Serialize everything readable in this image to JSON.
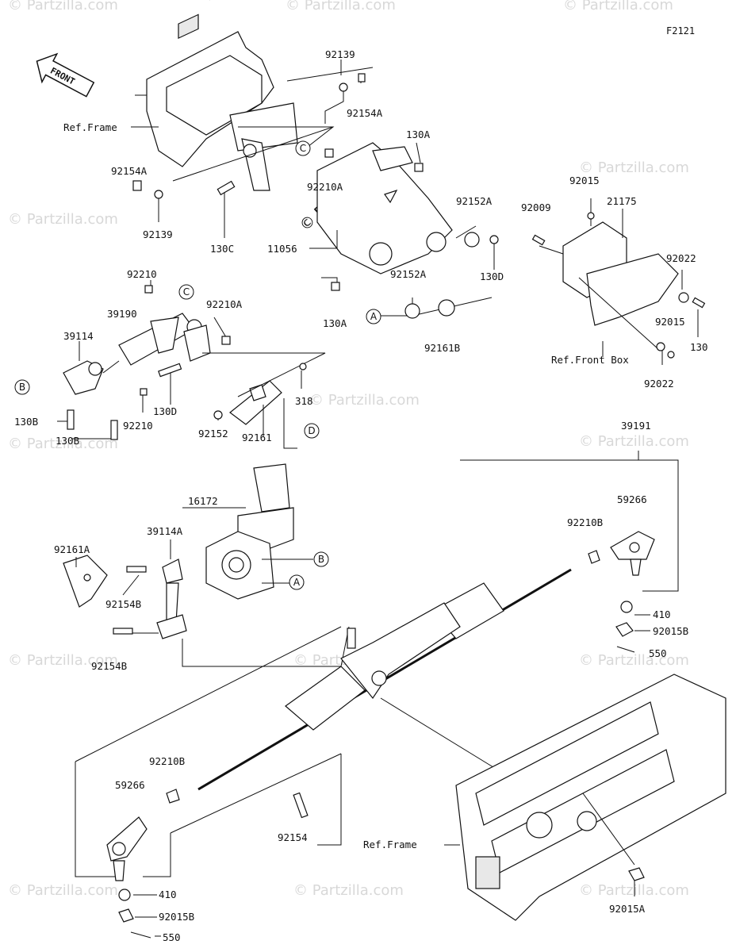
{
  "figure_code": "F2121",
  "front_arrow": "FRONT",
  "watermark": "© Partzilla.com",
  "watermark_center": "© Partzilla.com",
  "callouts": {
    "A": "A",
    "B": "B",
    "C": "C",
    "D": "D"
  },
  "labels": {
    "p92139_top": "92139",
    "p92154A_top": "92154A",
    "ref_frame_top": "Ref.Frame",
    "p130A_top": "130A",
    "p92154A_left": "92154A",
    "p92210A_mid": "92210A",
    "p92139_left": "92139",
    "p130C": "130C",
    "p11056": "11056",
    "p92152A_right": "92152A",
    "p130D_right": "130D",
    "p92152A_mid": "92152A",
    "p130A_bottom": "130A",
    "p92161B": "92161B",
    "p92015_top": "92015",
    "p21175": "21175",
    "p92009": "92009",
    "p92022_top": "92022",
    "p92015_mid": "92015",
    "p130_right": "130",
    "ref_front_box": "Ref.Front Box",
    "p92022_bottom": "92022",
    "p92210_top": "92210",
    "p39190": "39190",
    "p92210A": "92210A",
    "p39114": "39114",
    "p130D_left": "130D",
    "p92210_bottom": "92210",
    "p130B_1": "130B",
    "p130B_2": "130B",
    "p318": "318",
    "p92152": "92152",
    "p92161": "92161",
    "p39191": "39191",
    "p16172": "16172",
    "p39114A": "39114A",
    "p92161A": "92161A",
    "p92154B_1": "92154B",
    "p92154B_2": "92154B",
    "p59266_right": "59266",
    "p92210B_right": "92210B",
    "p410_right": "410",
    "p92015B_right": "92015B",
    "p550_right": "550",
    "p92210B_left": "92210B",
    "p59266_left": "59266",
    "p92154": "92154",
    "ref_frame_bottom": "Ref.Frame",
    "p410_left": "410",
    "p92015B_left": "92015B",
    "p550_left": "550",
    "p92015A": "92015A"
  }
}
